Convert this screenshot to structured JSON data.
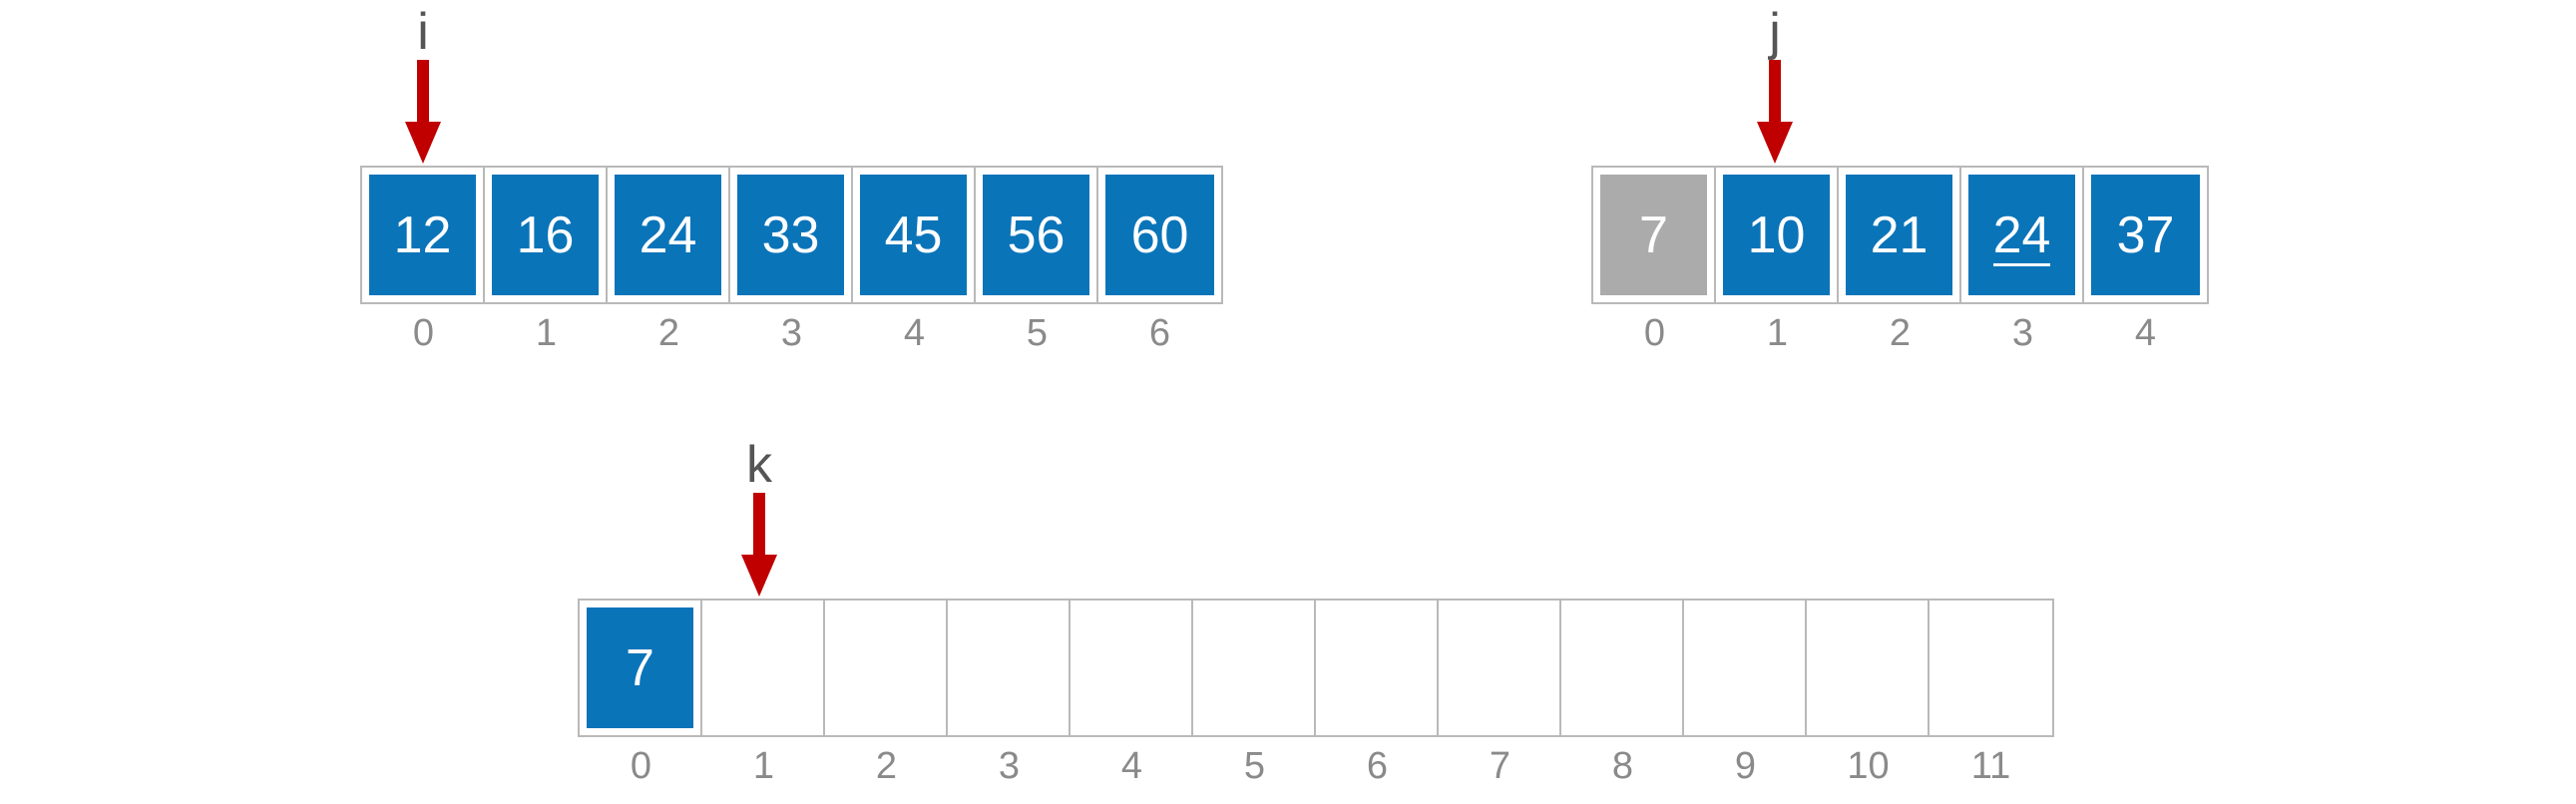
{
  "colors": {
    "cell_fill": "#0a74b9",
    "cell_fill_consumed": "#ababab",
    "cell_border": "#b9b9b9",
    "pointer_arrow": "#c00000",
    "index_text": "#8a8a8a"
  },
  "array_a": {
    "pointer_label": "i",
    "pointer_at": 0,
    "cells": [
      {
        "value": "12",
        "state": "filled"
      },
      {
        "value": "16",
        "state": "filled"
      },
      {
        "value": "24",
        "state": "filled"
      },
      {
        "value": "33",
        "state": "filled"
      },
      {
        "value": "45",
        "state": "filled"
      },
      {
        "value": "56",
        "state": "filled"
      },
      {
        "value": "60",
        "state": "filled"
      }
    ],
    "indices": [
      "0",
      "1",
      "2",
      "3",
      "4",
      "5",
      "6"
    ]
  },
  "array_b": {
    "pointer_label": "j",
    "pointer_at": 1,
    "cells": [
      {
        "value": "7",
        "state": "consumed"
      },
      {
        "value": "10",
        "state": "filled"
      },
      {
        "value": "21",
        "state": "filled"
      },
      {
        "value": "24",
        "state": "filled",
        "underlined": true
      },
      {
        "value": "37",
        "state": "filled"
      }
    ],
    "indices": [
      "0",
      "1",
      "2",
      "3",
      "4"
    ]
  },
  "array_c": {
    "pointer_label": "k",
    "pointer_at": 1,
    "cells": [
      {
        "value": "7",
        "state": "filled"
      },
      {
        "value": "",
        "state": "empty"
      },
      {
        "value": "",
        "state": "empty"
      },
      {
        "value": "",
        "state": "empty"
      },
      {
        "value": "",
        "state": "empty"
      },
      {
        "value": "",
        "state": "empty"
      },
      {
        "value": "",
        "state": "empty"
      },
      {
        "value": "",
        "state": "empty"
      },
      {
        "value": "",
        "state": "empty"
      },
      {
        "value": "",
        "state": "empty"
      },
      {
        "value": "",
        "state": "empty"
      },
      {
        "value": "",
        "state": "empty"
      }
    ],
    "indices": [
      "0",
      "1",
      "2",
      "3",
      "4",
      "5",
      "6",
      "7",
      "8",
      "9",
      "10",
      "11"
    ]
  }
}
